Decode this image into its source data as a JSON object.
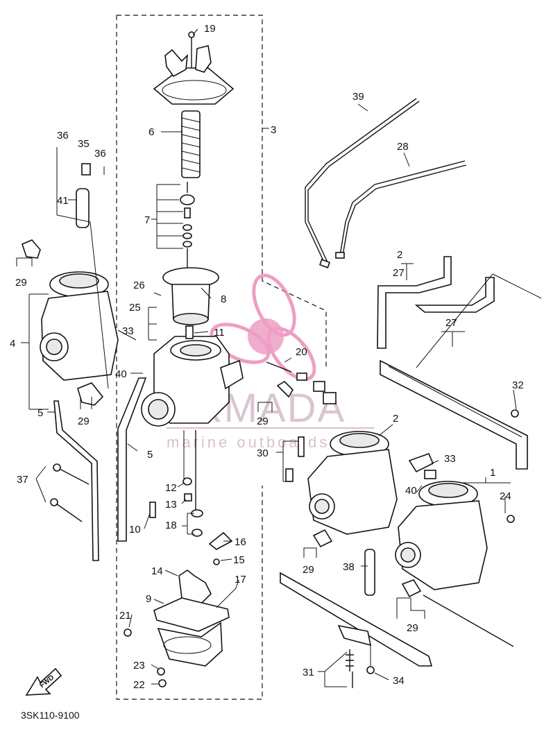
{
  "diagram": {
    "part_code": "3SK110-9100",
    "fwd_label": "FWD",
    "watermark": {
      "title": "ARMADA",
      "subtitle": "marine outboards",
      "accent_color": "#e87fb0"
    },
    "callouts": [
      {
        "id": "c19",
        "text": "19"
      },
      {
        "id": "c6",
        "text": "6"
      },
      {
        "id": "c3",
        "text": "3"
      },
      {
        "id": "c7",
        "text": "7"
      },
      {
        "id": "c8",
        "text": "8"
      },
      {
        "id": "c36a",
        "text": "36"
      },
      {
        "id": "c35",
        "text": "35"
      },
      {
        "id": "c36b",
        "text": "36"
      },
      {
        "id": "c41",
        "text": "41"
      },
      {
        "id": "c29a",
        "text": "29"
      },
      {
        "id": "c26",
        "text": "26"
      },
      {
        "id": "c25",
        "text": "25"
      },
      {
        "id": "c33a",
        "text": "33"
      },
      {
        "id": "c11",
        "text": "11"
      },
      {
        "id": "c4",
        "text": "4"
      },
      {
        "id": "c40a",
        "text": "40"
      },
      {
        "id": "c29b",
        "text": "29"
      },
      {
        "id": "c5a",
        "text": "5"
      },
      {
        "id": "c5b",
        "text": "5"
      },
      {
        "id": "c37",
        "text": "37"
      },
      {
        "id": "c39",
        "text": "39"
      },
      {
        "id": "c28",
        "text": "28"
      },
      {
        "id": "c2a",
        "text": "2"
      },
      {
        "id": "c27a",
        "text": "27"
      },
      {
        "id": "c27b",
        "text": "27"
      },
      {
        "id": "c20",
        "text": "20"
      },
      {
        "id": "c29c",
        "text": "29"
      },
      {
        "id": "c32",
        "text": "32"
      },
      {
        "id": "c2b",
        "text": "2"
      },
      {
        "id": "c30",
        "text": "30"
      },
      {
        "id": "c33b",
        "text": "33"
      },
      {
        "id": "c1",
        "text": "1"
      },
      {
        "id": "c12",
        "text": "12"
      },
      {
        "id": "c13",
        "text": "13"
      },
      {
        "id": "c40b",
        "text": "40"
      },
      {
        "id": "c24",
        "text": "24"
      },
      {
        "id": "c10",
        "text": "10"
      },
      {
        "id": "c18",
        "text": "18"
      },
      {
        "id": "c16",
        "text": "16"
      },
      {
        "id": "c15",
        "text": "15"
      },
      {
        "id": "c14",
        "text": "14"
      },
      {
        "id": "c17",
        "text": "17"
      },
      {
        "id": "c9",
        "text": "9"
      },
      {
        "id": "c38",
        "text": "38"
      },
      {
        "id": "c29d",
        "text": "29"
      },
      {
        "id": "c29e",
        "text": "29"
      },
      {
        "id": "c21",
        "text": "21"
      },
      {
        "id": "c23",
        "text": "23"
      },
      {
        "id": "c22",
        "text": "22"
      },
      {
        "id": "c31",
        "text": "31"
      },
      {
        "id": "c34",
        "text": "34"
      }
    ]
  }
}
